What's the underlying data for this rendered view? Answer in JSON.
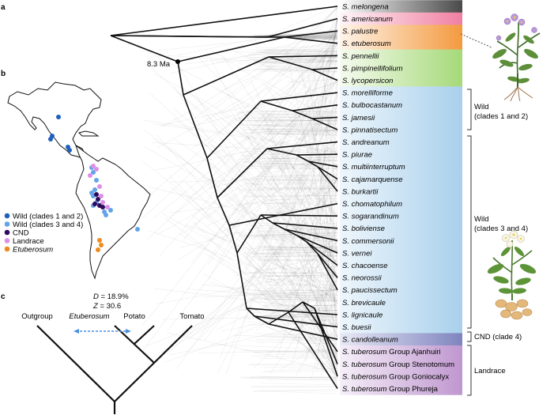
{
  "panels": {
    "a": "a",
    "b": "b",
    "c": "c"
  },
  "panel_a": {
    "node_age": "8.3 Ma",
    "taxa": [
      {
        "name": "S. melongena",
        "group": "outgroup"
      },
      {
        "name": "S. americanum",
        "group": "outgroup"
      },
      {
        "name": "S. palustre",
        "group": "etuberosum"
      },
      {
        "name": "S. etuberosum",
        "group": "etuberosum"
      },
      {
        "name": "S. pennellii",
        "group": "tomato"
      },
      {
        "name": "S. pimpinellifolium",
        "group": "tomato"
      },
      {
        "name": "S. lycopersicon",
        "group": "tomato"
      },
      {
        "name": "S. morelliforme",
        "group": "wild12"
      },
      {
        "name": "S. bulbocastanum",
        "group": "wild12"
      },
      {
        "name": "S. jamesii",
        "group": "wild12"
      },
      {
        "name": "S. pinnatisectum",
        "group": "wild12"
      },
      {
        "name": "S. andreanum",
        "group": "wild34"
      },
      {
        "name": "S. piurae",
        "group": "wild34"
      },
      {
        "name": "S. multiinterruptum",
        "group": "wild34"
      },
      {
        "name": "S. cajamarquense",
        "group": "wild34"
      },
      {
        "name": "S. burkartii",
        "group": "wild34"
      },
      {
        "name": "S. chomatophilum",
        "group": "wild34"
      },
      {
        "name": "S. sogarandinum",
        "group": "wild34"
      },
      {
        "name": "S. boliviense",
        "group": "wild34"
      },
      {
        "name": "S. commersonii",
        "group": "wild34"
      },
      {
        "name": "S. vernei",
        "group": "wild34"
      },
      {
        "name": "S. chacoense",
        "group": "wild34"
      },
      {
        "name": "S. neorossii",
        "group": "wild34"
      },
      {
        "name": "S. paucissectum",
        "group": "wild34"
      },
      {
        "name": "S. brevicaule",
        "group": "wild34"
      },
      {
        "name": "S. lignicaule",
        "group": "wild34"
      },
      {
        "name": "S. buesii",
        "group": "wild34"
      },
      {
        "name": "S. candolleanum",
        "group": "cnd"
      },
      {
        "name": "S. tuberosum Group Ajanhuiri",
        "group": "landrace"
      },
      {
        "name": "S. tuberosum Group Stenotomum",
        "group": "landrace"
      },
      {
        "name": "S. tuberosum Group Goniocalyx",
        "group": "landrace"
      },
      {
        "name": "S. tuberosum Group Phureja",
        "group": "landrace"
      }
    ],
    "brackets": {
      "wild12_line1": "Wild",
      "wild12_line2": "(clades 1 and 2)",
      "wild34_line1": "Wild",
      "wild34_line2": "(clades 3 and 4)",
      "cnd": "CND (clade 4)",
      "landrace": "Landrace"
    },
    "colors": {
      "outgroup_dark": "#505050",
      "americanum": "#f4a6bd",
      "etuberosum": "#f7a35a",
      "tomato": "#b5df8e",
      "wild": "#b9d9ee",
      "cnd": "#8a8fc4",
      "landrace": "#c8a6d4"
    }
  },
  "panel_b": {
    "legend": [
      {
        "label": "Wild (clades 1 and 2)",
        "color": "#1f5fbf",
        "italic": false
      },
      {
        "label": "Wild (clades 3 and 4)",
        "color": "#63a4e8",
        "italic": false
      },
      {
        "label": "CND",
        "color": "#2d0a5e",
        "italic": false
      },
      {
        "label": "Landrace",
        "color": "#dd8fe8",
        "italic": false
      },
      {
        "label": "Etuberosum",
        "color": "#ef8b1d",
        "italic": true
      }
    ]
  },
  "panel_c": {
    "d_label": "D",
    "d_value": " = 18.9%",
    "z_label": "Z",
    "z_value": " = 30.6",
    "tips": [
      {
        "label": "Outgroup",
        "italic": false
      },
      {
        "label": "Etuberosum",
        "italic": true
      },
      {
        "label": "Potato",
        "italic": false
      },
      {
        "label": "Tomato",
        "italic": false
      }
    ]
  }
}
